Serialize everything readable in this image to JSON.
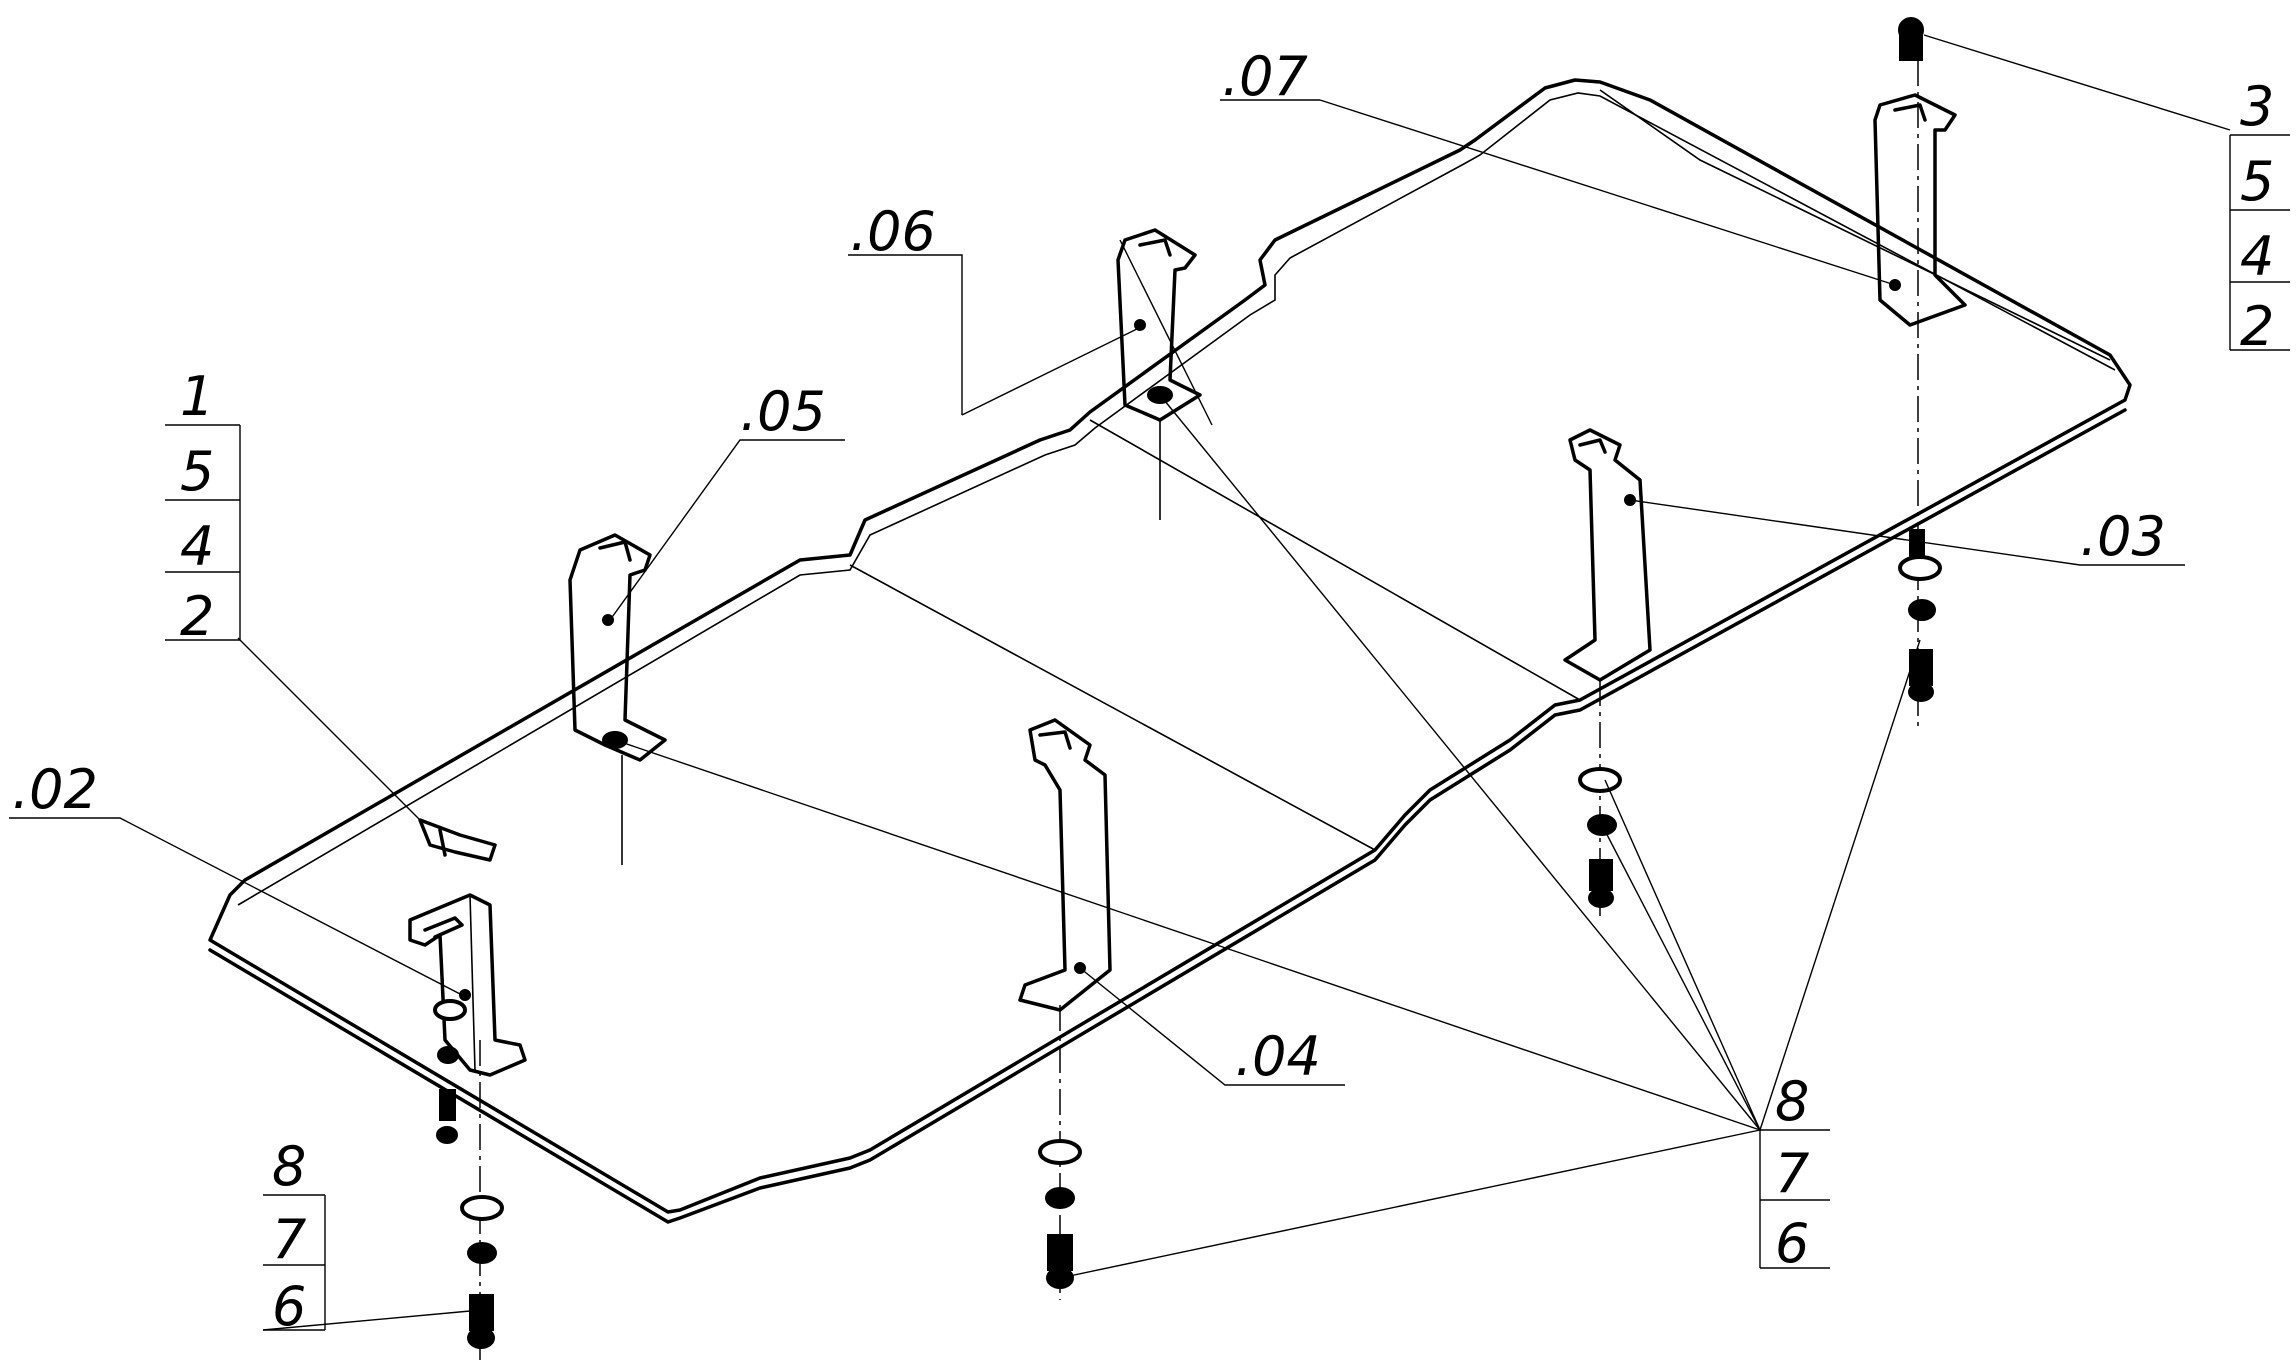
{
  "callouts": {
    "c02": ".02",
    "c03": ".03",
    "c04": ".04",
    "c05": ".05",
    "c06": ".06",
    "c07": ".07"
  },
  "stack_left_top": [
    "1",
    "5",
    "4",
    "2"
  ],
  "stack_right_top": [
    "3",
    "5",
    "4",
    "2"
  ],
  "stack_left_bottom": [
    "8",
    "7",
    "6"
  ],
  "stack_right_bottom": [
    "8",
    "7",
    "6"
  ]
}
